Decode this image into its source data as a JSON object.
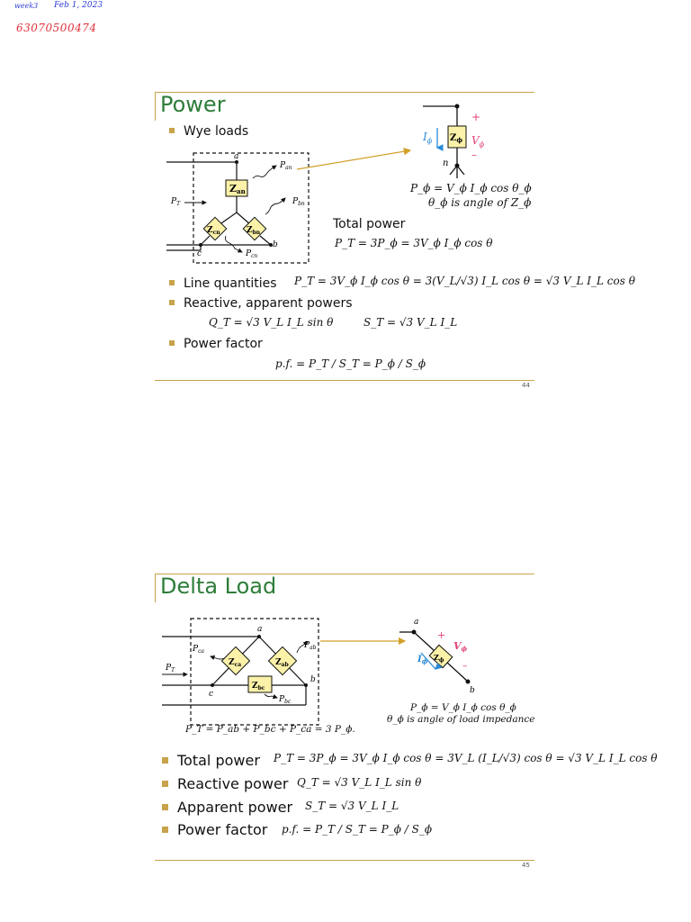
{
  "handwriting": {
    "week": "week3",
    "date": "Feb 1, 2023",
    "id": "63070500474"
  },
  "slide1": {
    "title": "Power",
    "page_number": "44",
    "bullets": {
      "wye_loads": "Wye loads",
      "line_quantities": "Line quantities",
      "reactive_apparent": "Reactive, apparent powers",
      "power_factor": "Power factor"
    },
    "total_power_label": "Total power",
    "equations": {
      "total_power": "P_T = 3P_ϕ = 3V_ϕ I_ϕ cos θ",
      "line_quantities": "P_T = 3V_ϕ I_ϕ cos θ = 3(V_L/√3) I_L cos θ = √3 V_L I_L cos θ",
      "reactive": "Q_T = √3 V_L I_L sin θ",
      "apparent": "S_T = √3 V_L I_L",
      "power_factor": "p.f. = P_T / S_T = P_ϕ / S_ϕ",
      "phase_power": "P_ϕ = V_ϕ I_ϕ cos θ_ϕ",
      "angle_note": "θ_ϕ is angle of Z_ϕ"
    },
    "diagram": {
      "node_a": "a",
      "node_b": "b",
      "node_c": "c",
      "node_n": "n",
      "z_an": "Z",
      "z_an_sub": "an",
      "z_bn": "Z",
      "z_bn_sub": "bn",
      "z_cn": "Z",
      "z_cn_sub": "cn",
      "p_an": "P",
      "p_an_sub": "an",
      "p_bn": "P",
      "p_bn_sub": "bn",
      "p_cn": "P",
      "p_cn_sub": "cn",
      "p_t": "P",
      "p_t_sub": "T",
      "i_phi": "I",
      "i_phi_sub": "ϕ",
      "z_phi": "Z",
      "z_phi_sub": "ϕ",
      "v_phi": "V",
      "v_phi_sub": "ϕ",
      "plus": "+",
      "minus": "–"
    }
  },
  "slide2": {
    "title": "Delta Load",
    "page_number": "45",
    "bullets": {
      "total_power": "Total power",
      "reactive_power": "Reactive power",
      "apparent_power": "Apparent power",
      "power_factor": "Power factor"
    },
    "equations": {
      "total_power": "P_T = 3P_ϕ = 3V_ϕ I_ϕ cos θ = 3V_L (I_L/√3) cos θ = √3 V_L I_L cos θ",
      "reactive": "Q_T = √3 V_L I_L sin θ",
      "apparent": "S_T = √3 V_L I_L",
      "power_factor": "p.f. = P_T / S_T = P_ϕ / S_ϕ",
      "sum": "P_T = P_ab + P_bc + P_ca = 3 P_ϕ.",
      "phase_power": "P_ϕ = V_ϕ I_ϕ cos θ_ϕ",
      "angle_note": "θ_ϕ is angle of load impedance"
    },
    "diagram": {
      "node_a": "a",
      "node_b": "b",
      "node_c": "c",
      "z_ab": "Z",
      "z_ab_sub": "ab",
      "z_bc": "Z",
      "z_bc_sub": "bc",
      "z_ca": "Z",
      "z_ca_sub": "ca",
      "p_ab": "P",
      "p_ab_sub": "ab",
      "p_bc": "P",
      "p_bc_sub": "bc",
      "p_ca": "P",
      "p_ca_sub": "ca",
      "p_t": "P",
      "p_t_sub": "T",
      "i_phi": "I",
      "i_phi_sub": "ϕ",
      "z_phi": "Z",
      "z_phi_sub": "ϕ",
      "v_phi": "V",
      "v_phi_sub": "ϕ",
      "plus": "+",
      "minus": "–"
    }
  },
  "colors": {
    "title_green": "#2e7d3a",
    "accent_gold": "#c8a34c",
    "current_blue": "#2a8bd8",
    "voltage_pink": "#e0407a",
    "impedance_fill": "#fbf1a8",
    "handwriting_blue": "#2b3bd6",
    "handwriting_red": "#e1303a"
  }
}
